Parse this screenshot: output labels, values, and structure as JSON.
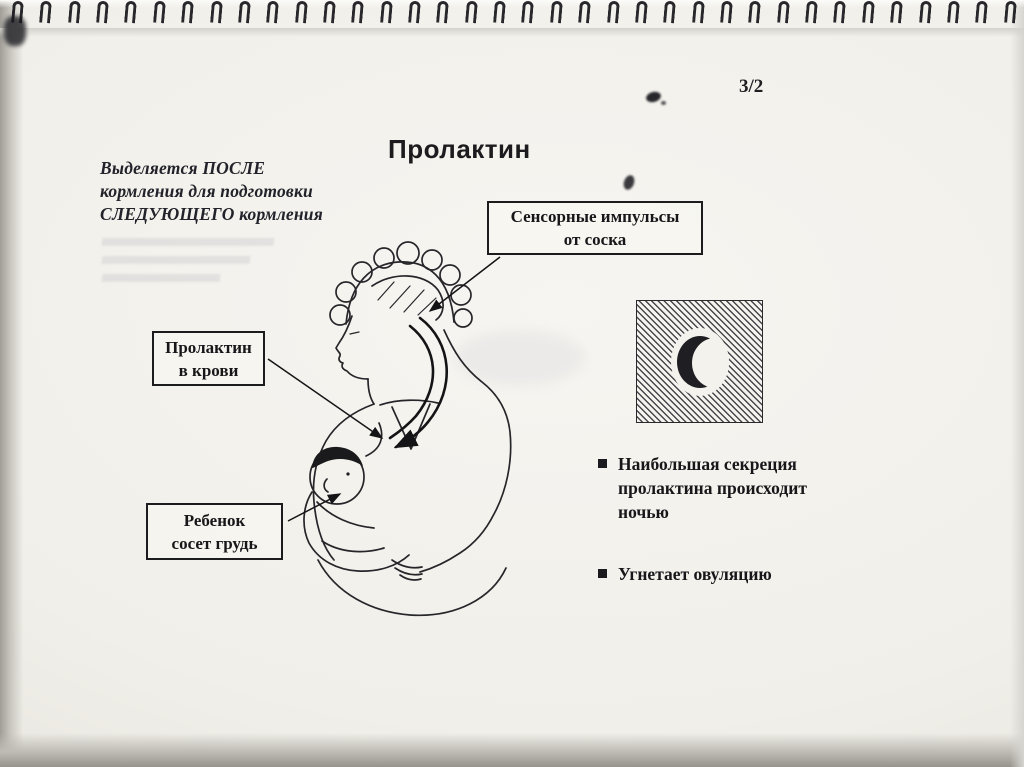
{
  "page": {
    "number": "3/2",
    "title": "Пролактин"
  },
  "intro": {
    "lines": [
      "Выделяется ПОСЛЕ",
      "кормления для подготовки",
      "СЛЕДУЮЩЕГО кормления"
    ]
  },
  "labels": {
    "sensory": {
      "lines": [
        "Сенсорные импульсы",
        "от соска"
      ]
    },
    "prolactin": {
      "lines": [
        "Пролактин",
        "в крови"
      ]
    },
    "baby": {
      "lines": [
        "Ребенок",
        "сосет грудь"
      ]
    }
  },
  "bullets": [
    {
      "text": "Наибольшая секреция пролактина происходит ночью"
    },
    {
      "text": "Угнетает овуляцию"
    }
  ],
  "icons": {
    "night": "crescent-moon-icon",
    "bullet": "black-square-bullet"
  },
  "colors": {
    "ink": "#1c1c1e",
    "paper": "#f4f3ee",
    "hatch": "#47474c"
  }
}
